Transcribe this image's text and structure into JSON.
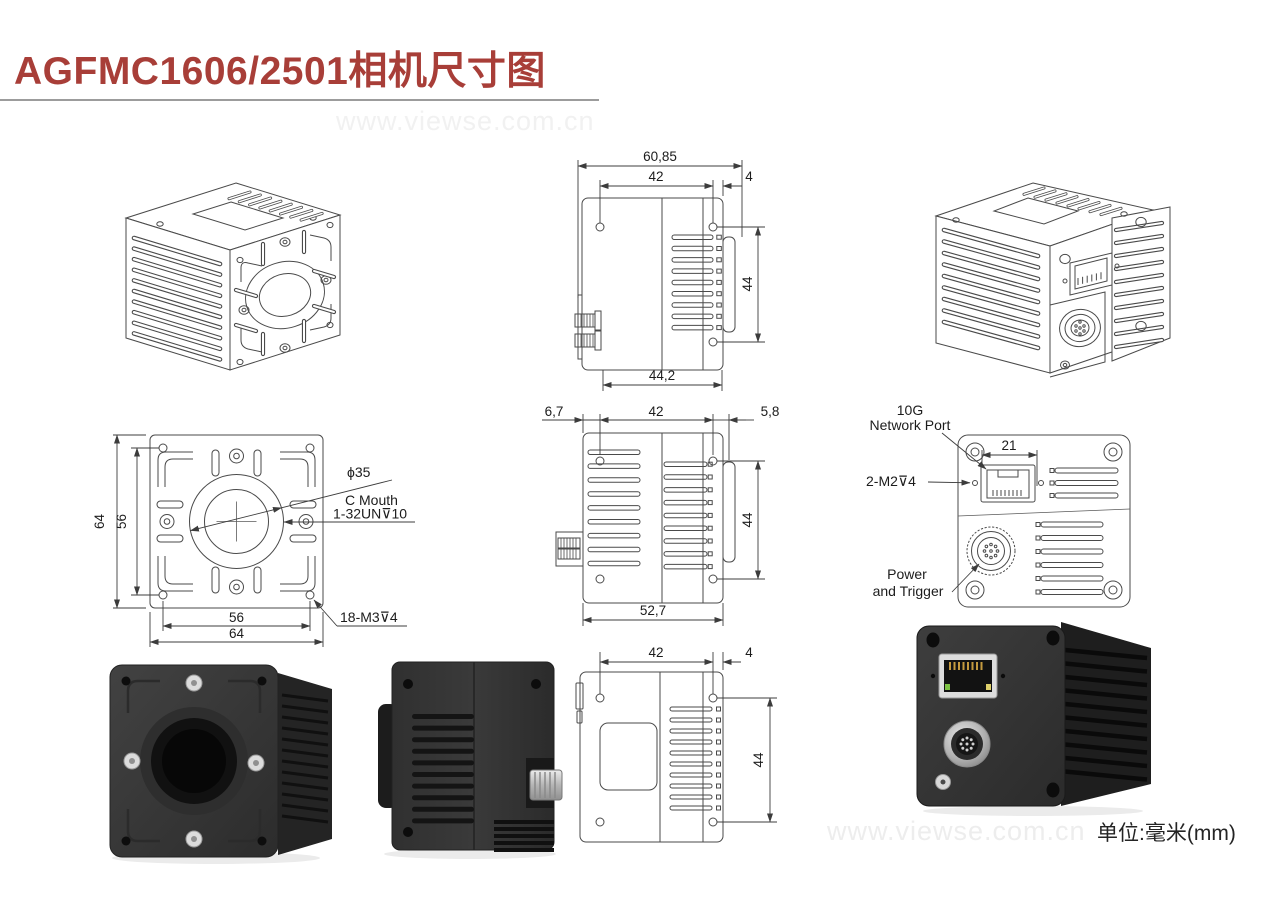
{
  "header": {
    "title": "AGFMC1606/2501相机尺寸图"
  },
  "watermark": {
    "top": "www.viewse.com.cn",
    "bottom": "www.viewse.com.cn"
  },
  "footer": {
    "unit_label": "单位:毫米(mm)"
  },
  "colors": {
    "title_red": "#a83e38",
    "drawing_line": "#4a4a4a",
    "dim_text": "#1c1c1c",
    "watermark_gray": "#f1f1f1"
  },
  "views": {
    "side_top": {
      "dim_overall": "60,85",
      "dim_hole_spacing": "42",
      "dim_edge_offset": "4",
      "dim_vertical": "44",
      "dim_body_width": "44,2"
    },
    "front": {
      "dim_outer_height": "64",
      "dim_inner_height": "56",
      "dim_inner_width": "56",
      "dim_outer_width": "64",
      "label_lens_diameter": "ϕ35",
      "label_mount_line1": "C Mouth",
      "label_mount_line2": "1-32UN⊽10",
      "label_screws": "18-M3⊽4"
    },
    "side_mid": {
      "dim_left_offset": "6,7",
      "dim_hole_spacing": "42",
      "dim_right_offset": "5,8",
      "dim_vertical": "44",
      "dim_body_width": "52,7"
    },
    "back": {
      "label_port_line1": "10G",
      "label_port_line2": "Network Port",
      "label_screws": "2-M2⊽4",
      "dim_port_width": "21",
      "label_power_line1": "Power",
      "label_power_line2": "and Trigger"
    },
    "top_bottom": {
      "dim_hole_spacing": "42",
      "dim_edge_offset": "4",
      "dim_vertical": "44"
    }
  }
}
